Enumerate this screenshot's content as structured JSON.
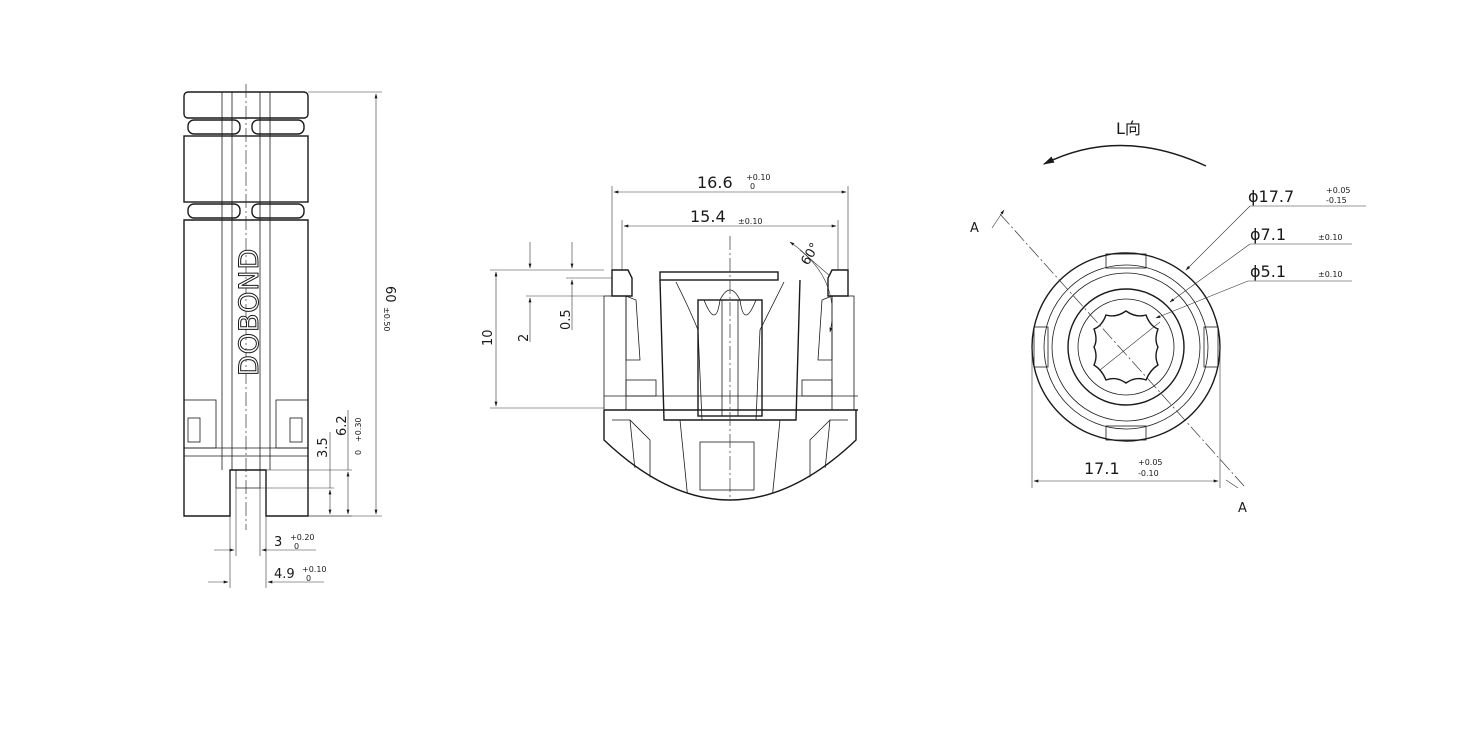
{
  "side_view": {
    "logo": "DOBOND",
    "length": "60",
    "length_tol": "±0.50",
    "dim_6_2": "6.2",
    "dim_6_2_tol_upper": "+0.30",
    "dim_6_2_tol_lower": "0",
    "dim_3_5": "3.5",
    "dim_3": "3",
    "dim_3_tol_upper": "+0.20",
    "dim_3_tol_lower": "0",
    "dim_4_9": "4.9",
    "dim_4_9_tol_upper": "+0.10",
    "dim_4_9_tol_lower": "0"
  },
  "section_view": {
    "dim_16_6": "16.6",
    "dim_16_6_tol_upper": "+0.10",
    "dim_16_6_tol_lower": "0",
    "dim_15_4": "15.4",
    "dim_15_4_tol": "±0.10",
    "angle": "60°",
    "dim_10": "10",
    "dim_2": "2",
    "dim_0_5": "0.5"
  },
  "end_view": {
    "direction_label": "L向",
    "section_mark_top": "A",
    "section_mark_bottom": "A",
    "phi_17_7": "ϕ17.7",
    "phi_17_7_tol_upper": "+0.05",
    "phi_17_7_tol_lower": "-0.15",
    "phi_7_1": "ϕ7.1",
    "phi_7_1_tol": "±0.10",
    "phi_5_1": "ϕ5.1",
    "phi_5_1_tol": "±0.10",
    "dim_17_1": "17.1",
    "dim_17_1_tol_upper": "+0.05",
    "dim_17_1_tol_lower": "-0.10"
  }
}
